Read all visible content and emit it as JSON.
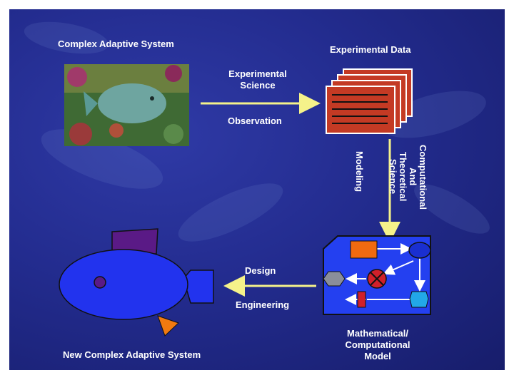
{
  "labels": {
    "complex_adaptive_system": "Complex Adaptive System",
    "experimental_data": "Experimental Data",
    "experimental_science": "Experimental\nScience",
    "observation": "Observation",
    "computational_science": "Computational\nAnd\nTheoretical\nScience",
    "modeling": "Modeling",
    "design": "Design",
    "engineering": "Engineering",
    "new_complex_adaptive_system": "New Complex Adaptive System",
    "math_model": "Mathematical/\nComputational\nModel"
  },
  "colors": {
    "background": "#232c8f",
    "arrow": "#f5f28a",
    "data_pages": "#c43a24",
    "fish_body": "#2233ee",
    "fish_fin": "#5a1a86",
    "fish_tail_fin": "#f07a10",
    "model_panel": "#2440f0",
    "node_orange": "#f06a10",
    "node_grey": "#8a8e9a",
    "node_red": "#d0202a",
    "node_cyan": "#22a8e8"
  },
  "icons": [
    "fish-photo",
    "document-stack-icon",
    "fish-drawing",
    "model-flowchart-icon"
  ]
}
